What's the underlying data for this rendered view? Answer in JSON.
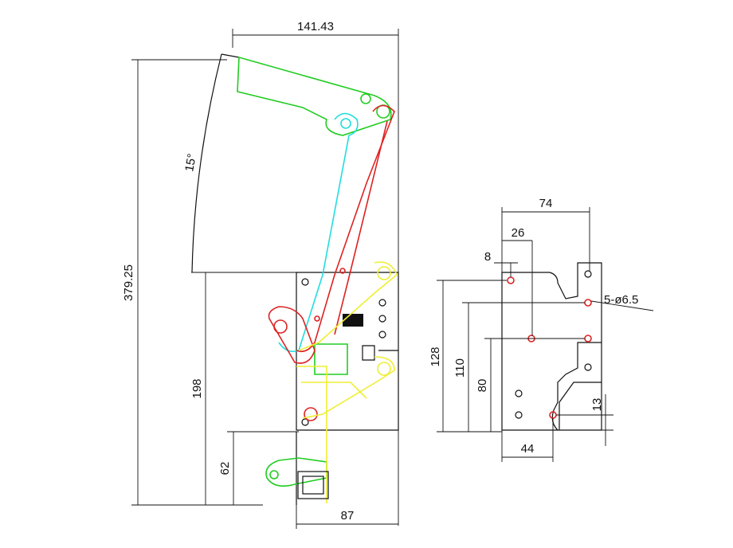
{
  "dimensions": {
    "width_top": "141.43",
    "total_height": "379.25",
    "angle": "15°",
    "lower_height": "198",
    "bottom_height": "62",
    "bottom_width": "87",
    "plate_width": "74",
    "hole_offset_26": "26",
    "hole_offset_8": "8",
    "hole_spec": "5-ø6.5",
    "plate_height": "128",
    "hole_height_110": "110",
    "hole_height_80": "80",
    "hole_height_13": "13",
    "hole_offset_44": "44"
  },
  "colors": {
    "outline": "#111111",
    "link_green": "#22cc22",
    "link_cyan": "#22dddd",
    "link_red": "#dd2222",
    "link_yellow": "#eeee33"
  }
}
